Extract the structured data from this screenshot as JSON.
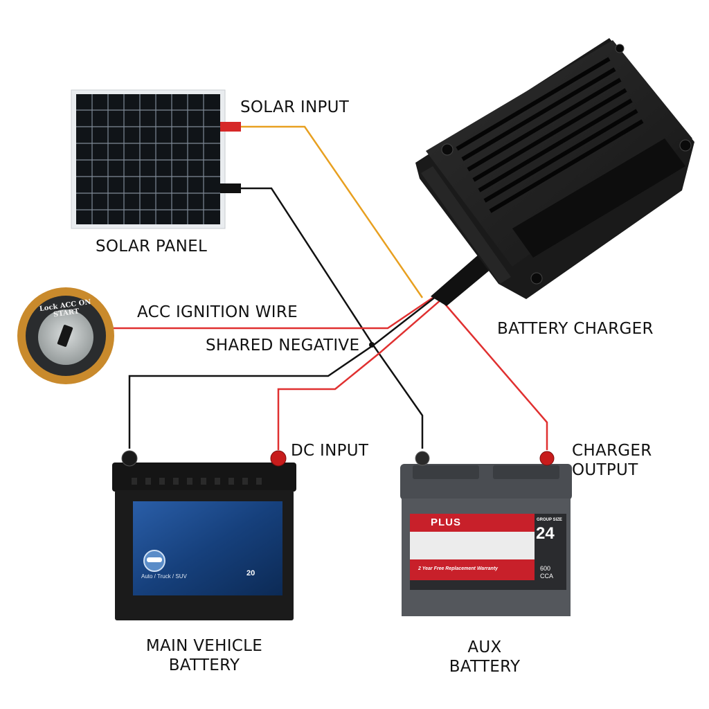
{
  "labels": {
    "solar_input": "SOLAR INPUT",
    "solar_panel": "SOLAR PANEL",
    "acc_ignition_wire": "ACC IGNITION WIRE",
    "shared_negative": "SHARED NEGATIVE",
    "battery_charger": "BATTERY CHARGER",
    "dc_input": "DC INPUT",
    "charger_output_line1": "CHARGER",
    "charger_output_line2": "OUTPUT",
    "main_battery_line1": "MAIN VEHICLE",
    "main_battery_line2": "BATTERY",
    "aux_battery_line1": "AUX",
    "aux_battery_line2": "BATTERY"
  },
  "ignition_switch": {
    "ring_text": "Lock ACC ON START"
  },
  "main_battery": {
    "sticker_text": "Auto / Truck / SUV",
    "rating": "20"
  },
  "aux_battery": {
    "brand": "PLUS",
    "group_label": "GROUP SIZE",
    "group_size": "24",
    "warranty": "2 Year Free Replacement Warranty",
    "cca_value": "600",
    "cca_unit": "CCA"
  },
  "colors": {
    "solar_positive_wire": "#e8a020",
    "negative_wire": "#111111",
    "positive_wire": "#e03030",
    "ignition_ring": "#c98a2c"
  }
}
